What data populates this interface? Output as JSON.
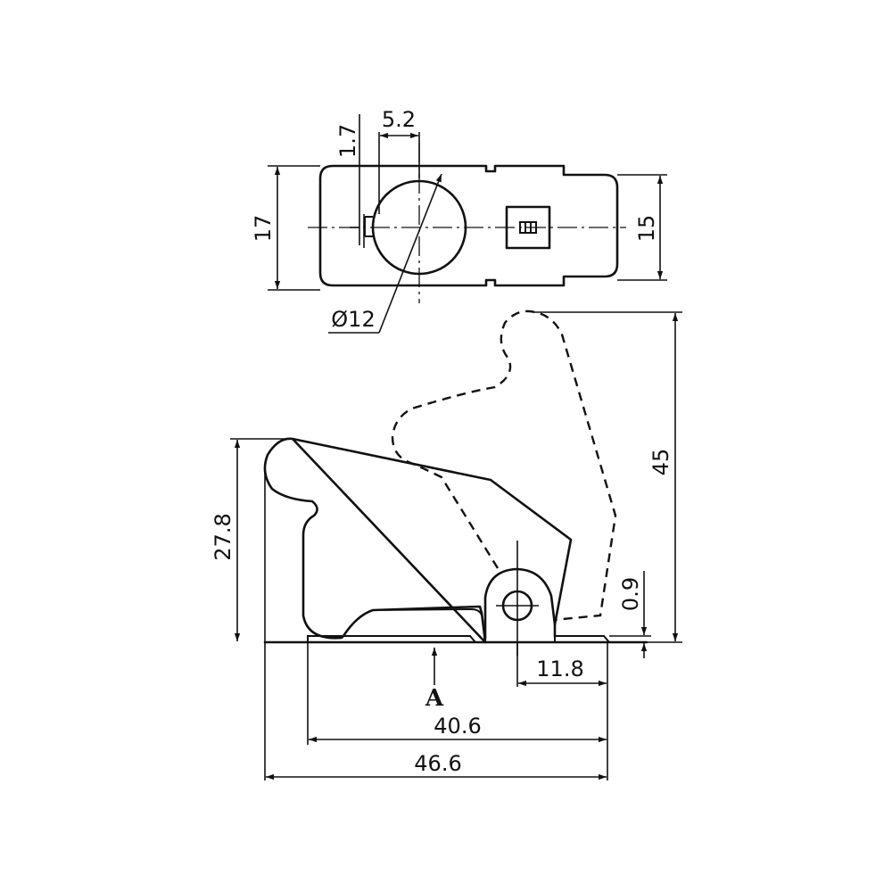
{
  "dimensions": {
    "d17": "17",
    "d15": "15",
    "d1_7": "1.7",
    "d5_2": "5.2",
    "d12": "Ø12",
    "d45": "45",
    "d27_8": "27.8",
    "d0_9": "0.9",
    "d11_8": "11.8",
    "d40_6": "40.6",
    "d46_6": "46.6"
  },
  "view_label": "A"
}
